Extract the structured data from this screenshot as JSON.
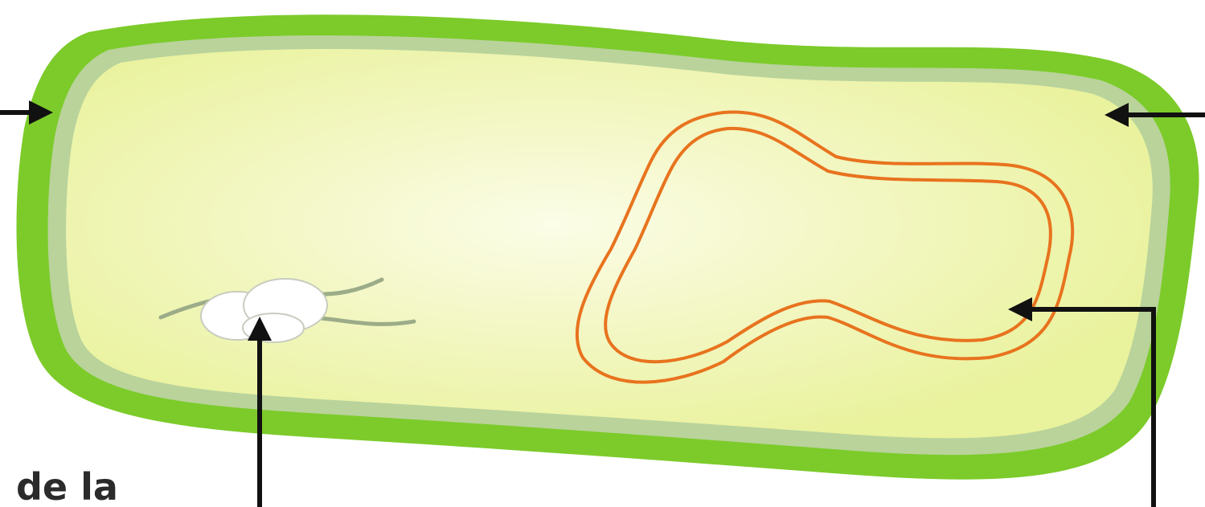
{
  "diagram": {
    "visible_label": "de la",
    "colors": {
      "cell_wall": "#7ccb2a",
      "membrane": "#b9d39b",
      "cytoplasm": "#eef4a6",
      "cytoplasm_light": "#fbfde7",
      "plasmid": "#e8731e",
      "ribosome": "#ffffff",
      "flagellum_strand": "#9cac88",
      "arrow": "#111111"
    },
    "parts": [
      {
        "id": "cell-wall",
        "icon": "outer-green-capsule"
      },
      {
        "id": "plasma-membrane",
        "icon": "inner-grey-band"
      },
      {
        "id": "cytoplasm",
        "icon": "yellow-interior"
      },
      {
        "id": "chromosome",
        "icon": "closed-loop-double-line"
      },
      {
        "id": "ribosome-cluster",
        "icon": "white-ovals"
      }
    ]
  }
}
